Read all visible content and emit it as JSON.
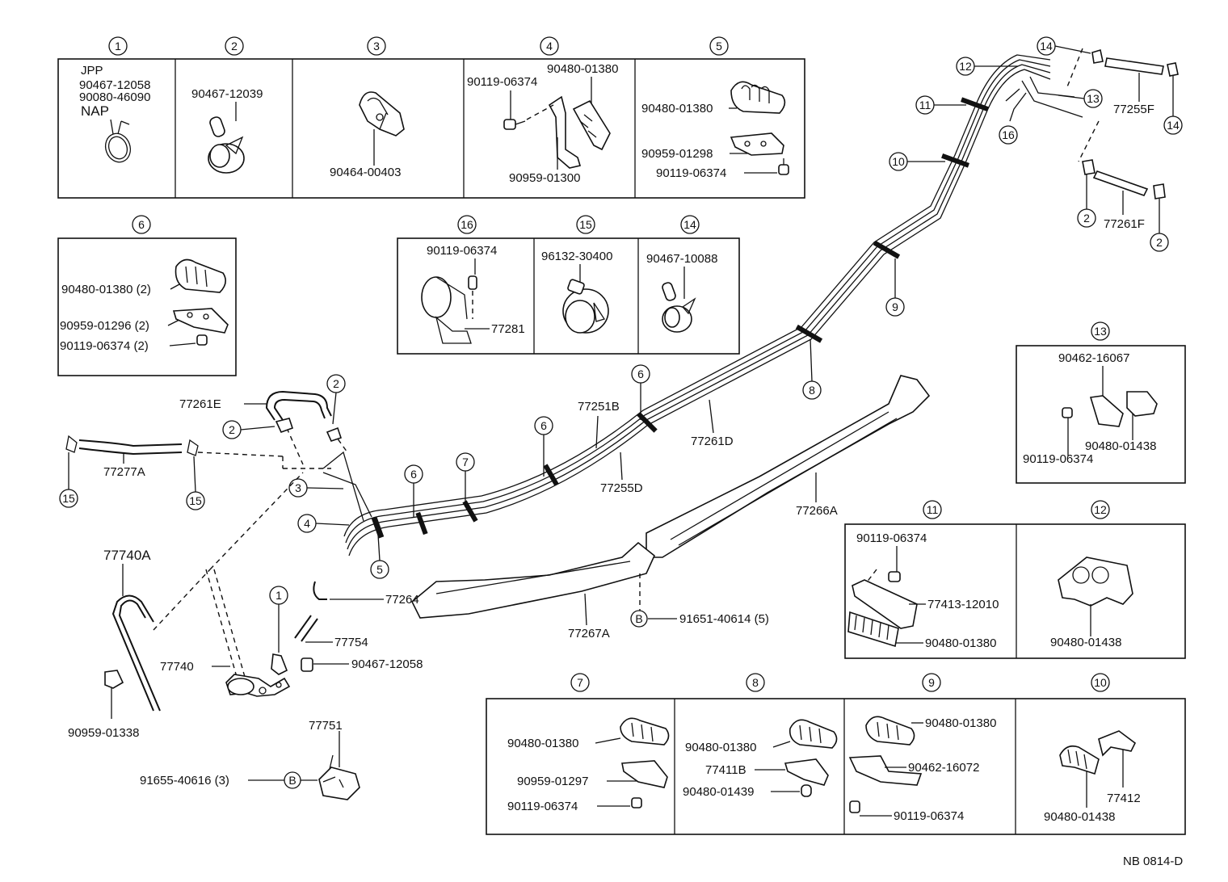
{
  "panels": [
    {
      "ref": "1",
      "labels": [
        "JPP",
        "90467-12058",
        "90080-46090",
        "NAP"
      ]
    },
    {
      "ref": "2",
      "labels": [
        "90467-12039"
      ]
    },
    {
      "ref": "3",
      "labels": [
        "90464-00403"
      ]
    },
    {
      "ref": "4",
      "labels": [
        "90480-01380",
        "90119-06374",
        "90959-01300"
      ]
    },
    {
      "ref": "5",
      "labels": [
        "90480-01380",
        "90959-01298",
        "90119-06374"
      ]
    },
    {
      "ref": "6",
      "labels": [
        "90480-01380 (2)",
        "90959-01296 (2)",
        "90119-06374 (2)"
      ]
    },
    {
      "ref": "16",
      "labels": [
        "90119-06374",
        "77281"
      ]
    },
    {
      "ref": "15",
      "labels": [
        "96132-30400"
      ]
    },
    {
      "ref": "14",
      "labels": [
        "90467-10088"
      ]
    },
    {
      "ref": "13",
      "labels": [
        "90462-16067",
        "90480-01438",
        "90119-06374"
      ]
    },
    {
      "ref": "11",
      "labels": [
        "90119-06374",
        "77413-12010",
        "90480-01380"
      ]
    },
    {
      "ref": "12",
      "labels": [
        "90480-01438"
      ]
    },
    {
      "ref": "7",
      "labels": [
        "90480-01380",
        "90959-01297",
        "90119-06374"
      ]
    },
    {
      "ref": "8",
      "labels": [
        "90480-01380",
        "77411B",
        "90480-01439"
      ]
    },
    {
      "ref": "9",
      "labels": [
        "90480-01380",
        "90462-16072",
        "90119-06374"
      ]
    },
    {
      "ref": "10",
      "labels": [
        "77412",
        "90480-01438"
      ]
    }
  ],
  "main": {
    "callouts": [
      "14",
      "12",
      "13",
      "11",
      "16",
      "14",
      "10",
      "2",
      "2",
      "9",
      "8",
      "6",
      "6",
      "6",
      "7",
      "2",
      "2",
      "3",
      "4",
      "5",
      "15",
      "15",
      "1",
      "B",
      "B"
    ],
    "part_numbers": [
      "77255F",
      "77261F",
      "77251B",
      "77261D",
      "77255D",
      "77261E",
      "77277A",
      "77266A",
      "77740A",
      "77264",
      "77754",
      "77740",
      "90467-12058",
      "77267A",
      "91651-40614 (5)",
      "90959-01338",
      "77751",
      "91655-40616 (3)"
    ]
  },
  "footer": {
    "code": "NB  0814-D"
  }
}
